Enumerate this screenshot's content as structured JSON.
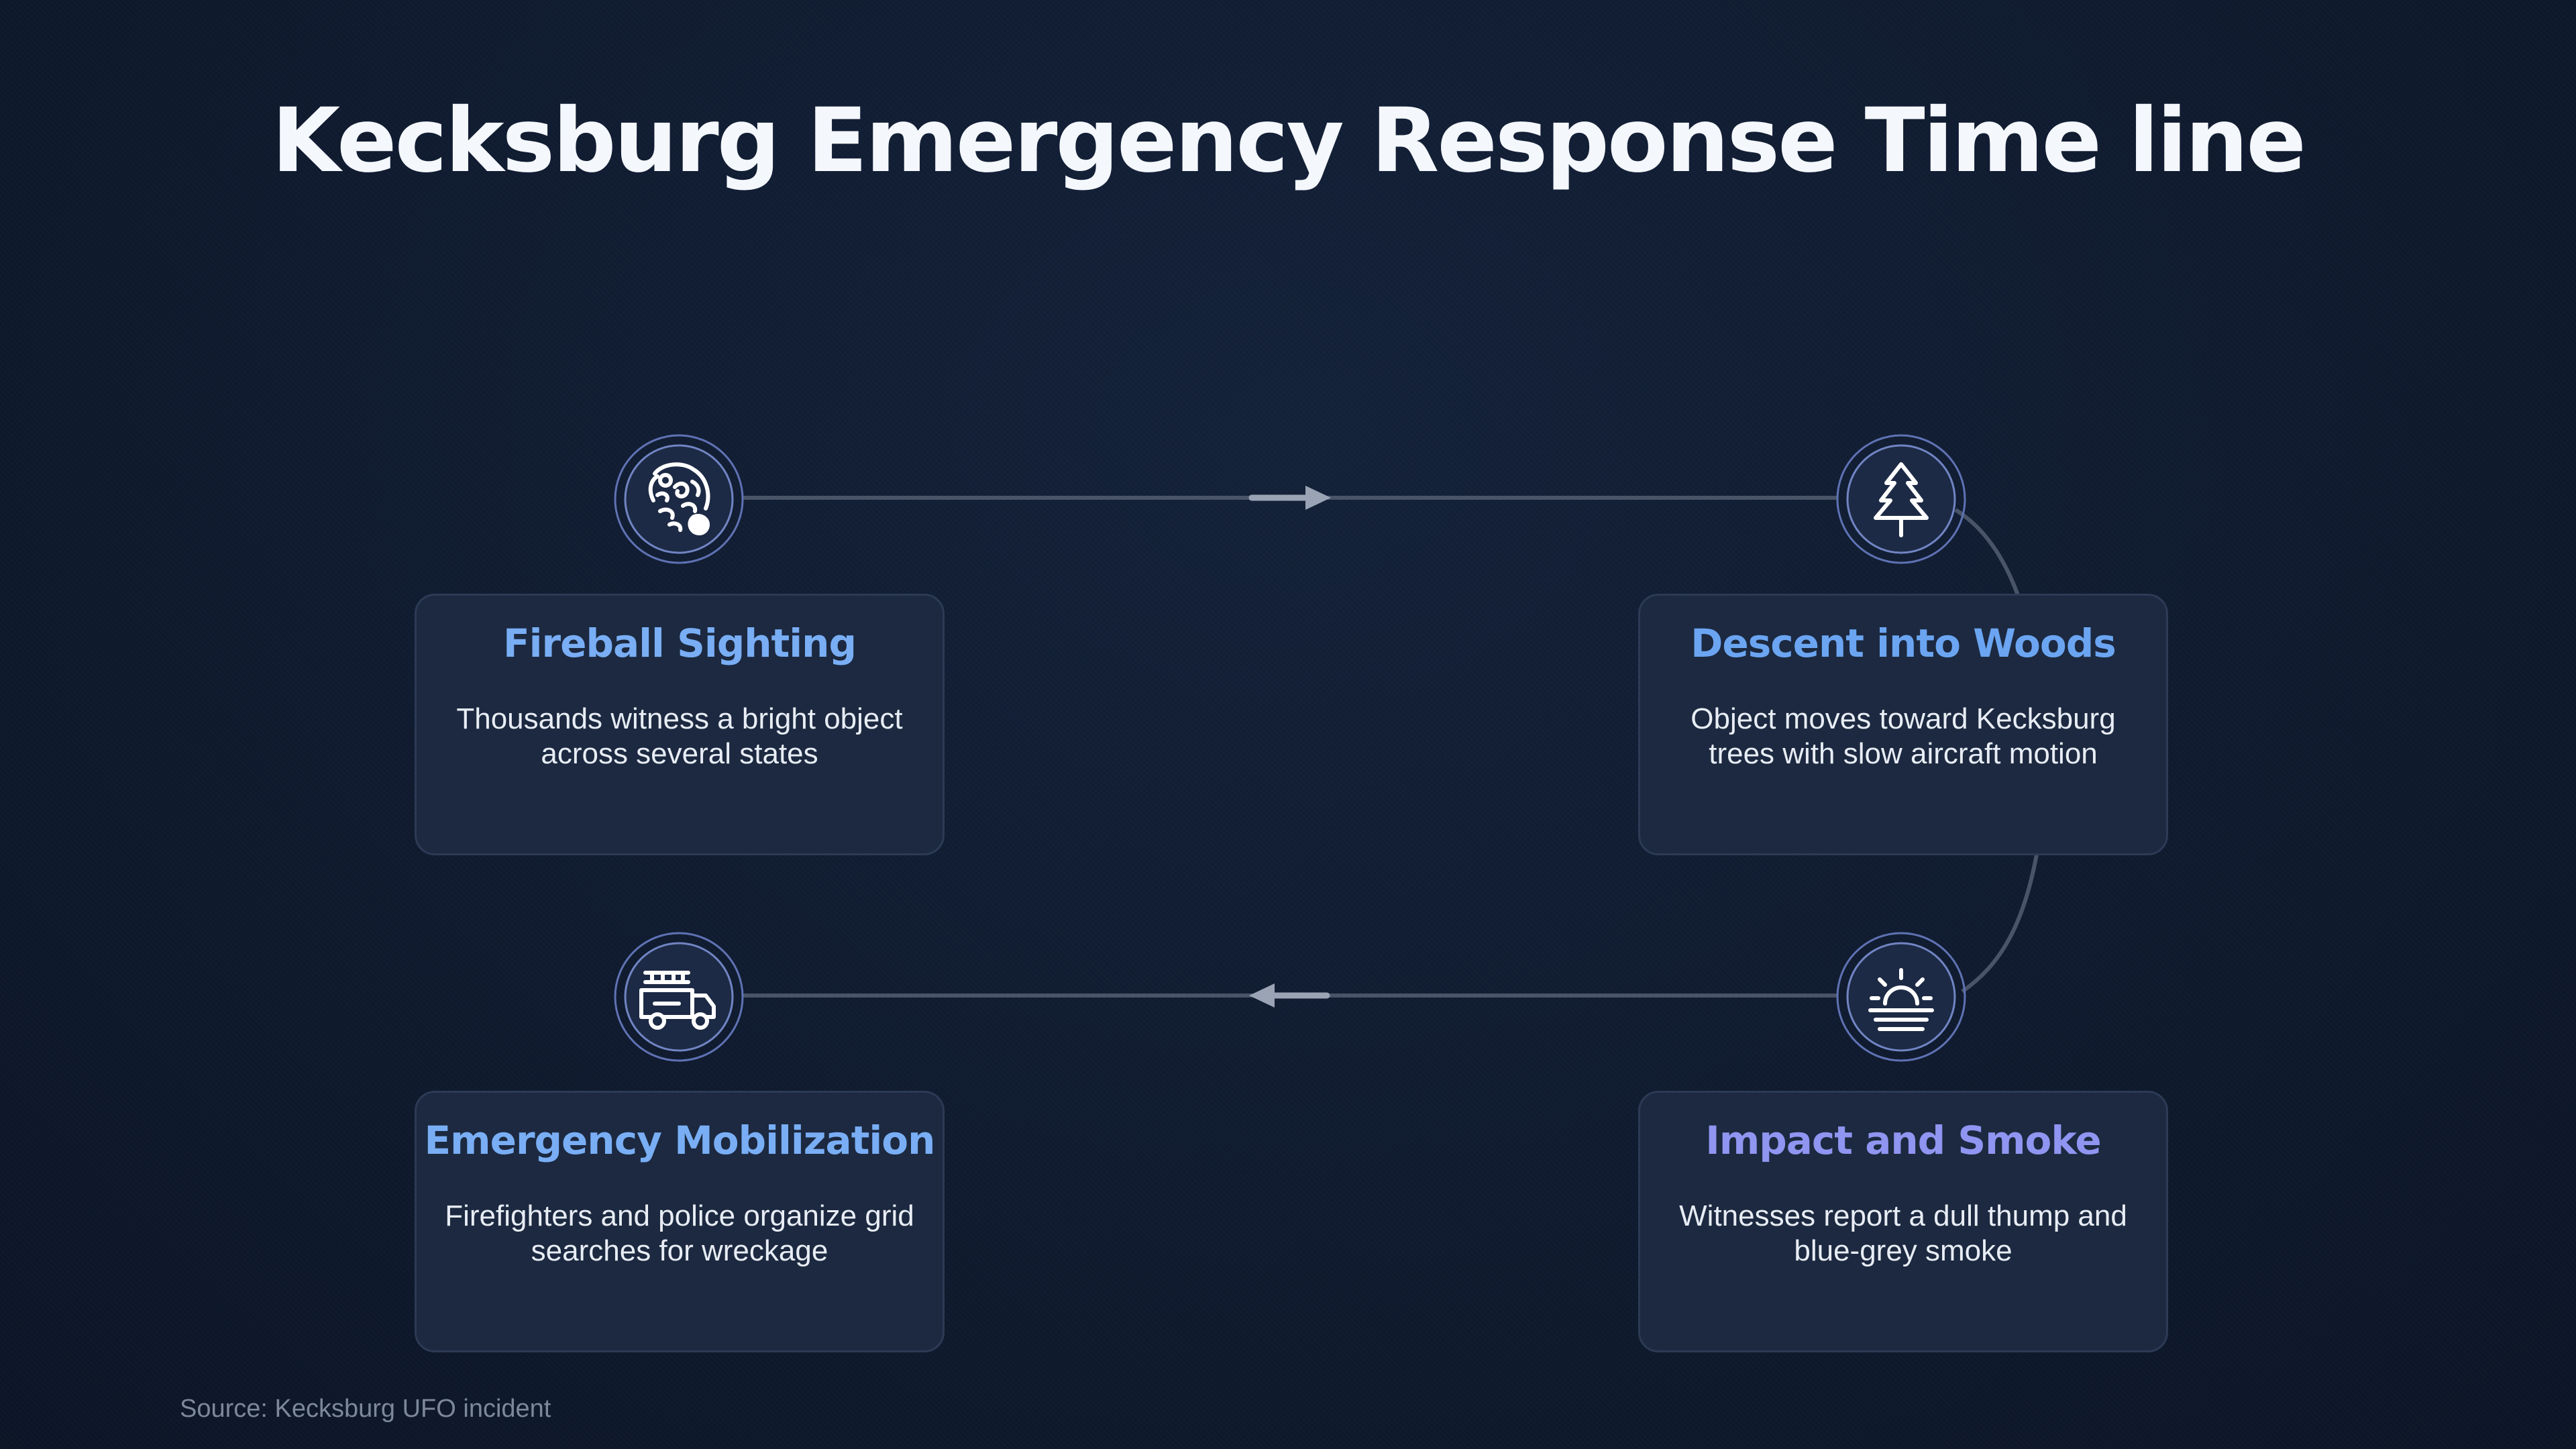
{
  "title": "Kecksburg Emergency Response Time line",
  "colors": {
    "card_title_blue": "#79aef5",
    "card_title_blue_2": "#6ba5f2",
    "card_title_violet": "#8f95f0",
    "ring": "#7185c4",
    "connector": "#4a5469",
    "arrow": "#9aa4b5"
  },
  "steps": [
    {
      "title": "Fireball Sighting",
      "description": "Thousands witness a bright object across several states",
      "icon": "fireball-icon"
    },
    {
      "title": "Descent into Woods",
      "description": "Object moves toward Kecksburg trees with slow aircraft motion",
      "icon": "pine-tree-icon"
    },
    {
      "title": "Impact and Smoke",
      "description": "Witnesses report a dull thump and blue-grey smoke",
      "icon": "sunset-icon"
    },
    {
      "title": "Emergency Mobilization",
      "description": "Firefighters and police organize grid searches for wreckage",
      "icon": "fire-truck-icon"
    }
  ],
  "source": "Source: Kecksburg UFO incident"
}
